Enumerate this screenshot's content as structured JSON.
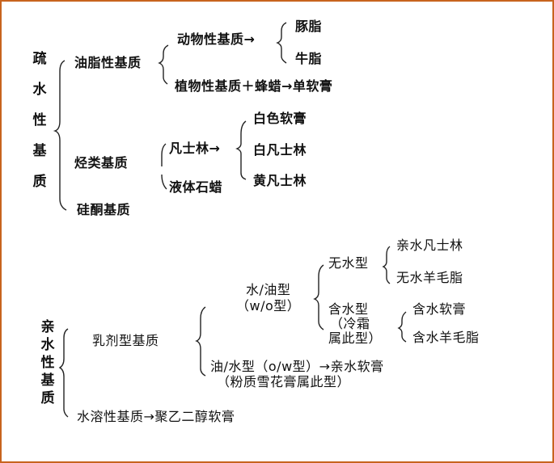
{
  "diagram": {
    "frame_color": "#c8641e",
    "hydrophobic": {
      "title_chars": [
        "疏",
        "水",
        "性",
        "基",
        "质"
      ],
      "oil_base": {
        "label": "油脂性基质",
        "animal": {
          "label": "动物性基质→",
          "items": [
            "豚脂",
            "牛脂"
          ]
        },
        "plant": "植物性基质＋蜂蜡→单软膏"
      },
      "hydrocarbon": {
        "label": "烃类基质",
        "vaseline": {
          "label": "凡士林→",
          "items": [
            "白色软膏",
            "白凡士林",
            "黄凡士林"
          ]
        },
        "paraffin": "液体石蜡"
      },
      "silicone": "硅酮基质"
    },
    "hydrophilic": {
      "title_chars": [
        "亲",
        "水",
        "性",
        "基",
        "质"
      ],
      "emulsion": {
        "label": "乳剂型基质",
        "wo": {
          "label_line1": "水/油型",
          "label_line2": "（w/o型）",
          "anhydrous": {
            "label": "无水型",
            "items": [
              "亲水凡士林",
              "无水羊毛脂"
            ]
          },
          "hydrous": {
            "label_line1": "含水型",
            "label_line2": "（冷霜",
            "label_line3": "属此型）",
            "items": [
              "含水软膏",
              "含水羊毛脂"
            ]
          }
        },
        "ow": {
          "line1": "油/水型（o/w型）→亲水软膏",
          "line2": "（粉质雪花膏属此型）"
        }
      },
      "water_soluble": "水溶性基质→聚乙二醇软膏"
    }
  }
}
